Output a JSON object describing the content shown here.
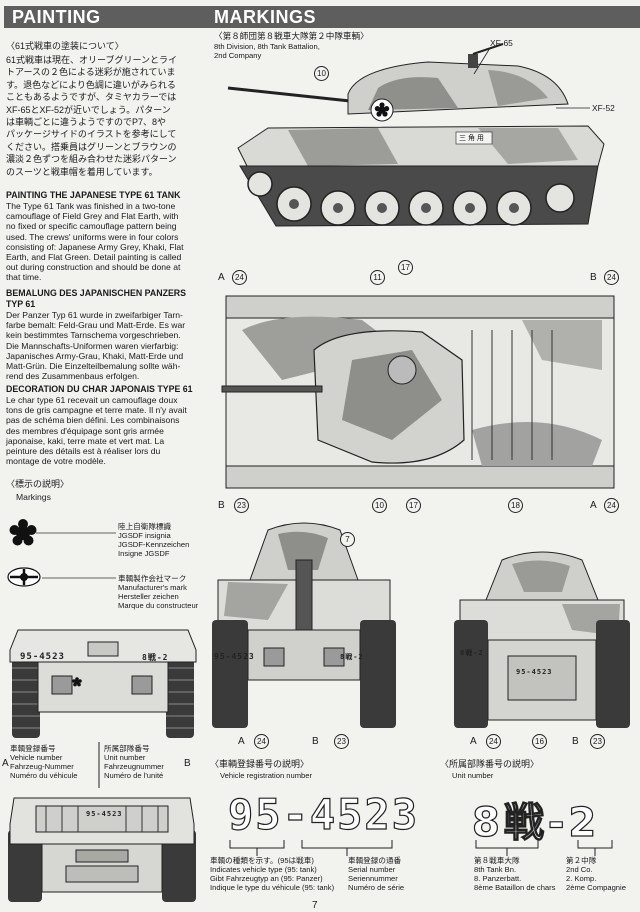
{
  "left_header": "PAINTING",
  "right_header": "MARKINGS",
  "painting_jp_title": "〈61式戦車の塗装について〉",
  "painting_jp_body": [
    "61式戦車は現在、オリーブグリーンとライ",
    "トアースの２色による迷彩が施されていま",
    "す。退色などにより色調に違いがみられる",
    "こともあるようですが、タミヤカラーでは",
    "XF-65とXF-52が近いでしょう。パターン",
    "は車輌ごとに違うようですのでP7、8や",
    "パッケージサイドのイラストを参考にして",
    "ください。搭乗員はグリーンとブラウンの",
    "濃淡２色ずつを組み合わせた迷彩パターン",
    "のスーツと戦車帽を着用しています。"
  ],
  "painting_en_title": "PAINTING THE JAPANESE TYPE 61 TANK",
  "painting_en_body": [
    "The Type 61 Tank was finished in a two-tone",
    "camouflage of Field Grey and Flat Earth, with",
    "no fixed or specific camouflage pattern being",
    "used. The crews' uniforms were in four colors",
    "consisting of: Japanese Army Grey, Khaki, Flat",
    "Earth, and Flat Green. Detail painting is called",
    "out during construction and should be done at",
    "that time."
  ],
  "painting_de_title": [
    "BEMALUNG DES JAPANISCHEN PANZERS",
    "TYP 61"
  ],
  "painting_de_body": [
    "Der Panzer Typ 61 wurde in zweifarbiger Tarn-",
    "farbe bemalt: Feld-Grau und Matt-Erde. Es war",
    "kein bestimmtes Tarnschema vorgeschrieben.",
    "Die Mannschafts-Uniformen waren vierfarbig:",
    "Japanisches Army-Grau, Khaki, Matt-Erde und",
    "Matt-Grün. Die Einzelteilbemalung sollte wäh-",
    "rend des Zusammenbaus erfolgen."
  ],
  "painting_fr_title": "DECORATION DU CHAR JAPONAIS TYPE 61",
  "painting_fr_body": [
    "Le char type 61 recevait un camouflage doux",
    "tons de gris campagne et terre mate. Il n'y avait",
    "pas de schéma bien défini. Les combinaisons",
    "des membres d'équipage sont gris armée",
    "japonaise, kaki, terre mate et vert mat. La",
    "peinture des détails est à réaliser lors du",
    "montage de votre modèle."
  ],
  "markings_explain_jp": "〈標示の説明〉",
  "markings_explain_en": "Markings",
  "legend_insignia": [
    "陸上自衛隊標識",
    "JGSDF insignia",
    "JGSDF-Kennzeichen",
    "Insigne JGSDF"
  ],
  "legend_maker": [
    "車輌製作会社マーク",
    "Manufacturer's mark",
    "Hersteller zeichen",
    "Marque du constructeur"
  ],
  "vehicle_no_label": [
    "車輌登録番号",
    "Vehicle number",
    "Fahrzeug-Nummer",
    "Numéro du véhicule"
  ],
  "unit_no_label": [
    "所属部隊番号",
    "Unit number",
    "Fahrzeugnummer",
    "Numéro de l'unité"
  ],
  "marker_A": "A",
  "marker_B": "B",
  "markings_title_jp": "〈第８師団第８戦車大隊第２中隊車輌〉",
  "markings_title_en": [
    "8th Division, 8th Tank Battalion,",
    "2nd Company"
  ],
  "paint_xf65": "XF-65",
  "paint_xf52": "XF-52",
  "callouts": {
    "c10": "10",
    "c17": "17",
    "c11": "11",
    "c18": "18",
    "c24": "24",
    "c23": "23",
    "c7": "7",
    "c16": "16"
  },
  "side_plate": "三 角 用",
  "plate_small": "95-4523",
  "unit_small": "8戦-2",
  "reg_title_jp": "〈車輌登録番号の説明〉",
  "reg_title_en": "Vehicle registration number",
  "unit_title_jp": "〈所属部隊番号の説明〉",
  "unit_title_en": "Unit number",
  "big_plate": "95-4523",
  "big_unit": "8戦-2",
  "reg_type": [
    "車輌の種類を示す。(95は戦車)",
    "Indicates vehicle type (95: tank)",
    "Gibt Fahrzeugtyp an (95: Panzer)",
    "Indique le type du véhicule (95: tank)"
  ],
  "reg_serial": [
    "車輌登録の通番",
    "Serial number",
    "Seriennummer",
    "Numéro de série"
  ],
  "unit_bn": [
    "第８戦車大隊",
    "8th Tank Bn.",
    "8. Panzerbatt.",
    "8ème Bataillon de chars"
  ],
  "unit_co": [
    "第２中隊",
    "2nd Co.",
    "2. Komp.",
    "2ème Compagnie"
  ],
  "page_number": "7"
}
